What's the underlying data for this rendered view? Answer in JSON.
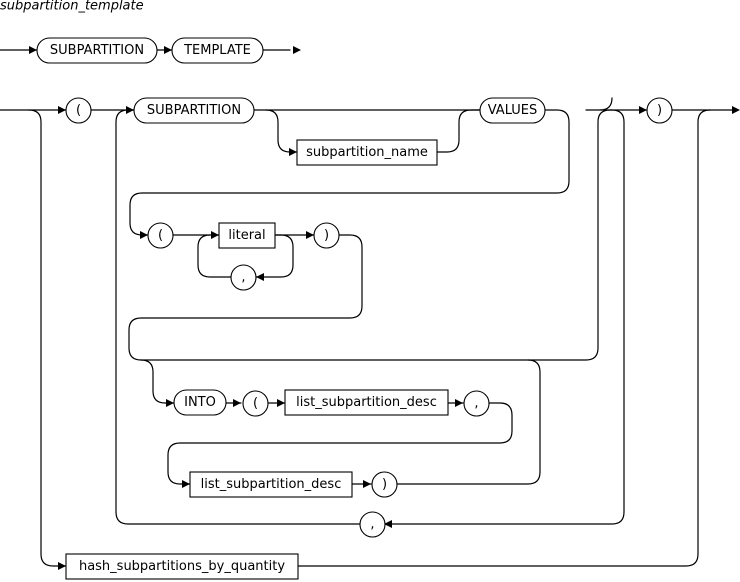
{
  "diagram": {
    "title": "subpartition_template",
    "nodes": {
      "subpartition_1": "SUBPARTITION",
      "template": "TEMPLATE",
      "lparen_outer": "(",
      "subpartition_2": "SUBPARTITION",
      "values": "VALUES",
      "subpartition_name": "subpartition_name",
      "rparen_outer": ")",
      "lparen_values": "(",
      "literal": "literal",
      "comma_literal": ",",
      "rparen_values": ")",
      "into": "INTO",
      "lparen_into": "(",
      "list_desc_1": "list_subpartition_desc",
      "comma_into": ",",
      "list_desc_2": "list_subpartition_desc",
      "rparen_into": ")",
      "comma_outer": ",",
      "hash_quantity": "hash_subpartitions_by_quantity"
    }
  }
}
